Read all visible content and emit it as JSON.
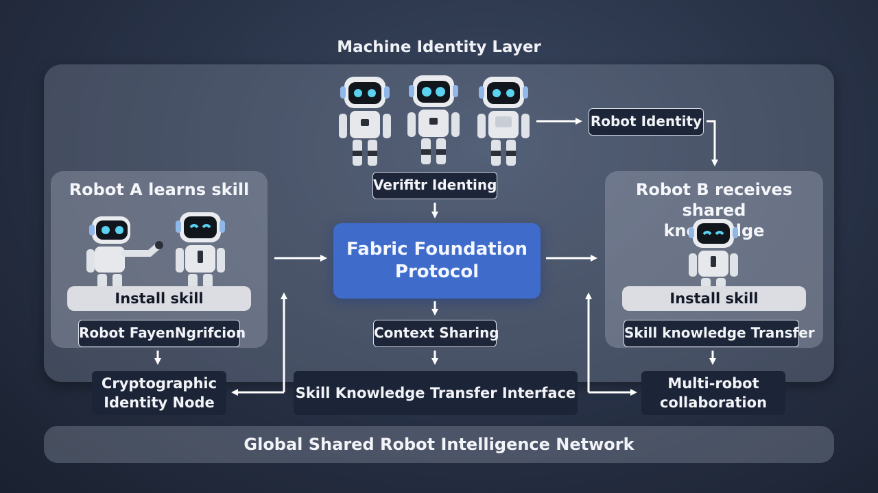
{
  "title": "Machine Identity Layer",
  "robot_identity": "Robot Identity",
  "verifier": "Verifitr Identing",
  "fabric": {
    "line1": "Fabric Foundation",
    "line2": "Protocol"
  },
  "context_sharing": "Context Sharing",
  "robot_a": {
    "title": "Robot A learns skill",
    "install": "Install skill",
    "verification": "Robot FayenNgrifcion"
  },
  "robot_b": {
    "title_line1": "Robot B receives shared",
    "title_line2": "knowledge",
    "install": "Install skill",
    "transfer": "Skill knowledge Transfer"
  },
  "crypto_node": {
    "line1": "Cryptographic",
    "line2": "Identity Node"
  },
  "skill_interface": "Skill Knowledge Transfer Interface",
  "multi_robot": {
    "line1": "Multi-robot",
    "line2": "collaboration"
  },
  "global_network": "Global Shared Robot Intelligence Network",
  "colors": {
    "accent": "#3f6ccb",
    "navy": "#1c2437",
    "eye": "#5ad2f0"
  }
}
